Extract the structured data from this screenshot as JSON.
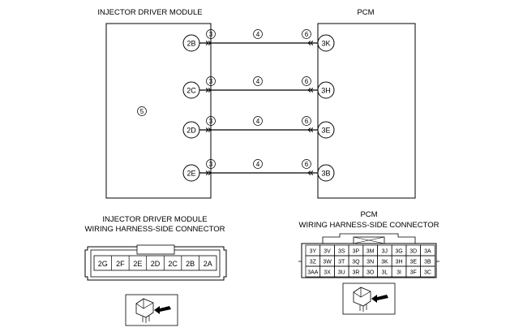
{
  "top": {
    "left_module_title": "INJECTOR DRIVER MODULE",
    "right_module_title": "PCM",
    "module_callout": "5",
    "rows": [
      {
        "left_pin": "2B",
        "right_pin": "3K",
        "callout_left": "3",
        "callout_mid": "4",
        "callout_right": "6"
      },
      {
        "left_pin": "2C",
        "right_pin": "3H",
        "callout_left": "3",
        "callout_mid": "4",
        "callout_right": "6"
      },
      {
        "left_pin": "2D",
        "right_pin": "3E",
        "callout_left": "3",
        "callout_mid": "4",
        "callout_right": "6"
      },
      {
        "left_pin": "2E",
        "right_pin": "3B",
        "callout_left": "3",
        "callout_mid": "4",
        "callout_right": "6"
      }
    ]
  },
  "idm_connector": {
    "title_line1": "INJECTOR DRIVER MODULE",
    "title_line2": "WIRING HARNESS-SIDE CONNECTOR",
    "pins": [
      "2G",
      "2F",
      "2E",
      "2D",
      "2C",
      "2B",
      "2A"
    ],
    "icon": "connector-plug-arrow-icon"
  },
  "pcm_connector": {
    "title_line1": "PCM",
    "title_line2": "WIRING HARNESS-SIDE CONNECTOR",
    "rows": [
      [
        "3Y",
        "3V",
        "3S",
        "3P",
        "3M",
        "3J",
        "3G",
        "3D",
        "3A"
      ],
      [
        "3Z",
        "3W",
        "3T",
        "3Q",
        "3N",
        "3K",
        "3H",
        "3E",
        "3B"
      ],
      [
        "3AA",
        "3X",
        "3U",
        "3R",
        "3O",
        "3L",
        "3I",
        "3F",
        "3C"
      ]
    ],
    "icon": "connector-plug-arrow-icon"
  }
}
